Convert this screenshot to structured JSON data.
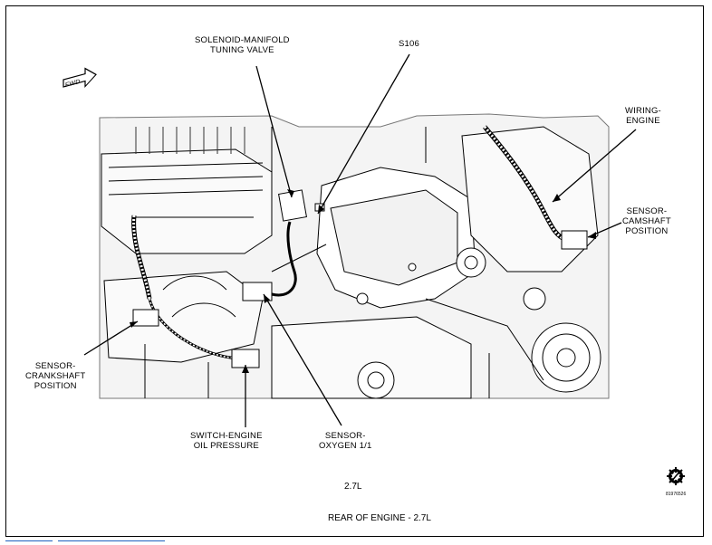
{
  "labels": {
    "solenoid": [
      "SOLENOID-MANIFOLD",
      "TUNING VALVE"
    ],
    "s106": [
      "S106"
    ],
    "wiring_engine": [
      "WIRING-",
      "ENGINE"
    ],
    "sensor_camshaft": [
      "SENSOR-",
      "CAMSHAFT",
      "POSITION"
    ],
    "sensor_crankshaft": [
      "SENSOR-",
      "CRANKSHAFT",
      "POSITION"
    ],
    "switch_oil": [
      "SWITCH-ENGINE",
      "OIL PRESSURE"
    ],
    "sensor_oxygen": [
      "SENSOR-",
      "OXYGEN 1/1"
    ]
  },
  "fwd_arrow_text": "FWD",
  "engine_size": "2.7L",
  "view_title": "REAR OF ENGINE  - 2.7L",
  "figure_id": "81976526",
  "icons": [
    "fwd-arrow-icon",
    "service-gear-icon"
  ]
}
